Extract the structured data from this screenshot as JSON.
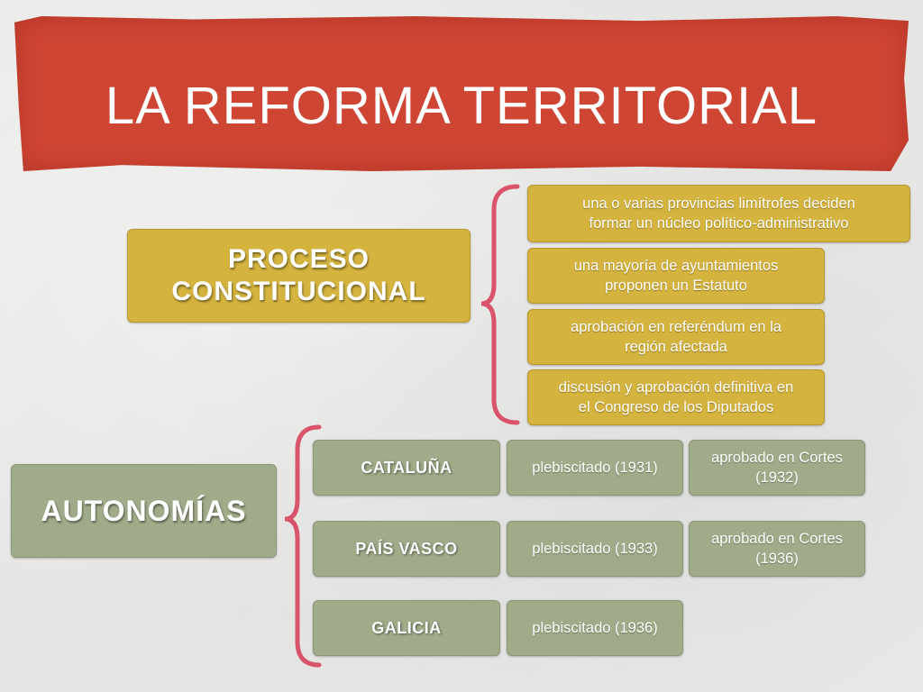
{
  "title": "LA REFORMA TERRITORIAL",
  "proceso": {
    "label_line1": "PROCESO",
    "label_line2": "CONSTITUCIONAL",
    "steps": [
      {
        "line1": "una o varias provincias limítrofes deciden",
        "line2": "formar un núcleo político-administrativo"
      },
      {
        "line1": "una mayoría de ayuntamientos",
        "line2": "proponen un Estatuto"
      },
      {
        "line1": "aprobación en referéndum en la",
        "line2": "región afectada"
      },
      {
        "line1": "discusión y aprobación definitiva en",
        "line2": "el Congreso de los Diputados"
      }
    ]
  },
  "autonomias": {
    "label": "AUTONOMÍAS",
    "regions": [
      {
        "name": "CATALUÑA",
        "plebiscito": "plebiscitado (1931)",
        "aprobado_line1": "aprobado en Cortes",
        "aprobado_line2": "(1932)"
      },
      {
        "name": "PAÍS VASCO",
        "plebiscito": "plebiscitado (1933)",
        "aprobado_line1": "aprobado en Cortes",
        "aprobado_line2": "(1936)"
      },
      {
        "name": "GALICIA",
        "plebiscito": "plebiscitado (1936)"
      }
    ]
  },
  "colors": {
    "banner": "#cf4534",
    "gold": "#d4b33e",
    "sage": "#a0ab8a",
    "brace": "#d9546a"
  }
}
